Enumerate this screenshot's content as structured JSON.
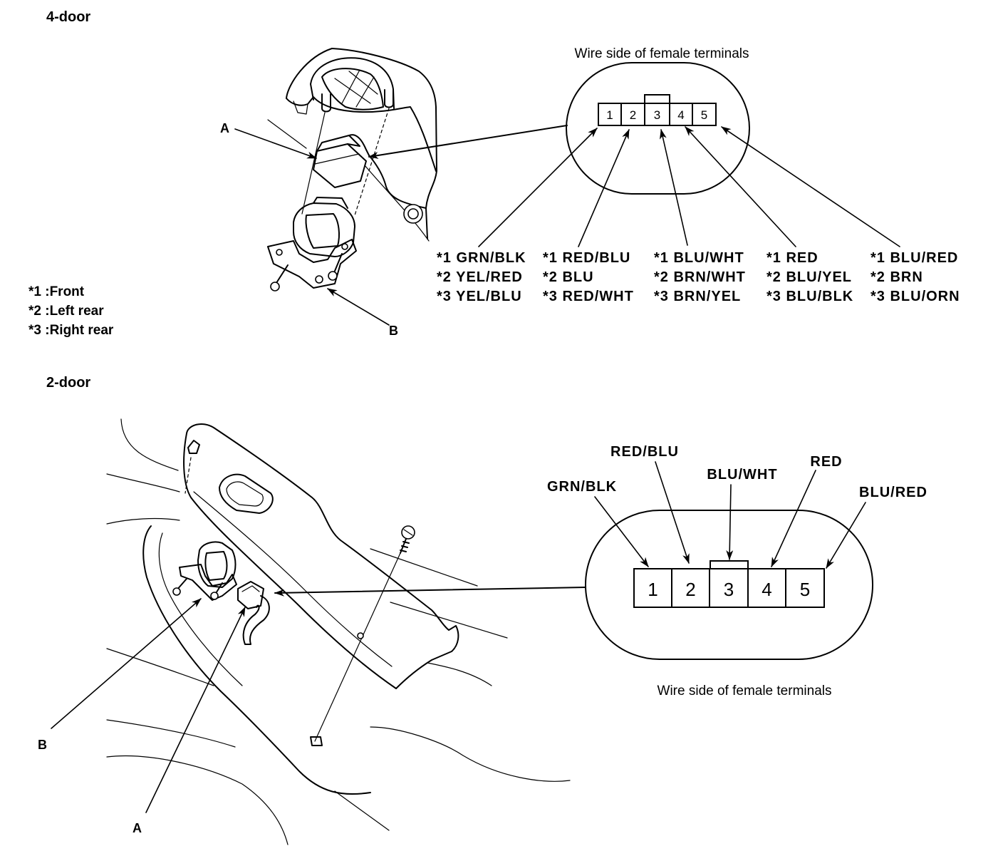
{
  "four_door": {
    "heading": "4-door",
    "connector": {
      "caption": "Wire side of female terminals",
      "terminals": [
        "1",
        "2",
        "3",
        "4",
        "5"
      ]
    },
    "callouts": {
      "a": "A",
      "b": "B"
    },
    "wire_columns": [
      [
        "*1 GRN/BLK",
        "*2 YEL/RED",
        "*3 YEL/BLU"
      ],
      [
        "*1 RED/BLU",
        "*2 BLU",
        "*3 RED/WHT"
      ],
      [
        "*1 BLU/WHT",
        "*2 BRN/WHT",
        "*3 BRN/YEL"
      ],
      [
        "*1 RED",
        "*2 BLU/YEL",
        "*3 BLU/BLK"
      ],
      [
        "*1 BLU/RED",
        "*2 BRN",
        "*3 BLU/ORN"
      ]
    ],
    "legend": [
      "*1 :Front",
      "*2 :Left rear",
      "*3 :Right rear"
    ]
  },
  "two_door": {
    "heading": "2-door",
    "connector": {
      "caption": "Wire side of female terminals",
      "terminals": [
        "1",
        "2",
        "3",
        "4",
        "5"
      ]
    },
    "wire_labels": [
      "GRN/BLK",
      "RED/BLU",
      "BLU/WHT",
      "RED",
      "BLU/RED"
    ],
    "callouts": {
      "a": "A",
      "b": "B"
    }
  }
}
